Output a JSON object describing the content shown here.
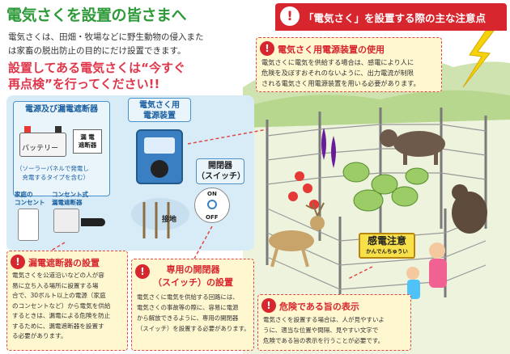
{
  "header": {
    "title": "電気さくを設置の皆さまへ",
    "intro_line1": "電気さくは、田畑・牧場などに野生動物の侵入また",
    "intro_line2": "は家畜の脱出防止の目的にだけ設置できます。",
    "warning_line1": "設置してある電気さくは“今すぐ",
    "warning_line2": "再点検”を行ってください!!"
  },
  "diagram": {
    "power_breaker_label_line1": "電源及び漏電遮断器",
    "breaker_small_line1": "漏 電",
    "breaker_small_line2": "遮断器",
    "battery_label": "バッテリー",
    "solar_note_line1": "（ソーラーパネルで発電し",
    "solar_note_line2": "　充電するタイプを含む）",
    "outlet_label_line1": "家庭の",
    "outlet_label_line2": "コンセント",
    "plug_breaker_line1": "コンセント式",
    "plug_breaker_line2": "漏電遮断器",
    "power_unit_label_line1": "電気さく用",
    "power_unit_label_line2": "電源装置",
    "switch_label_line1": "開閉器",
    "switch_label_line2": "（スイッチ）",
    "switch_on": "ON",
    "switch_off": "OFF",
    "ground_label": "接地"
  },
  "notices": {
    "heading": "「電気さく」を設置する際の主な注意点",
    "power_unit": {
      "title": "電気さく用電源装置の使用",
      "body_line1": "電気さくに電気を供給する場合は、感電により人に",
      "body_line2": "危険を及ぼすおそれのないように、出力電流が制限",
      "body_line3": "される電気さく用電源装置を用いる必要があります。"
    },
    "breaker": {
      "title": "漏電遮断器の設置",
      "body_line1": "電気さくを公道沿いなどの人が容",
      "body_line2": "易に立ち入る場所に設置する場",
      "body_line3": "合で、30ボルト以上の電源（家庭",
      "body_line4": "のコンセントなど）から電気を供給",
      "body_line5": "するときは、漏電による危険を防止",
      "body_line6": "するために、漏電遮断器を設置す",
      "body_line7": "る必要があります。"
    },
    "switch": {
      "title_line1": "専用の開閉器",
      "title_line2": "（スイッチ）の設置",
      "body_line1": "電気さくに電気を供給する回路には、",
      "body_line2": "電気さくの事故等の際に、容易に電源",
      "body_line3": "から解放できるように、専用の開閉器",
      "body_line4": "（スイッチ）を設置する必要があります。"
    },
    "danger_sign": {
      "title": "危険である旨の表示",
      "body_line1": "電気さくを設置する場合は、人が見やすいよ",
      "body_line2": "うに、適当な位置や間隔、見やすい文字で",
      "body_line3": "危険である旨の表示を行うことが必要です。"
    }
  },
  "scene": {
    "sign_line1": "感電注意",
    "sign_line2": "かんでんちゅうい"
  },
  "colors": {
    "title_green": "#2e9a3a",
    "warning_red": "#e0364b",
    "panel_blue": "#d8ecf7",
    "callout_yellow": "#fff7d0",
    "notice_red": "#d7262e"
  }
}
